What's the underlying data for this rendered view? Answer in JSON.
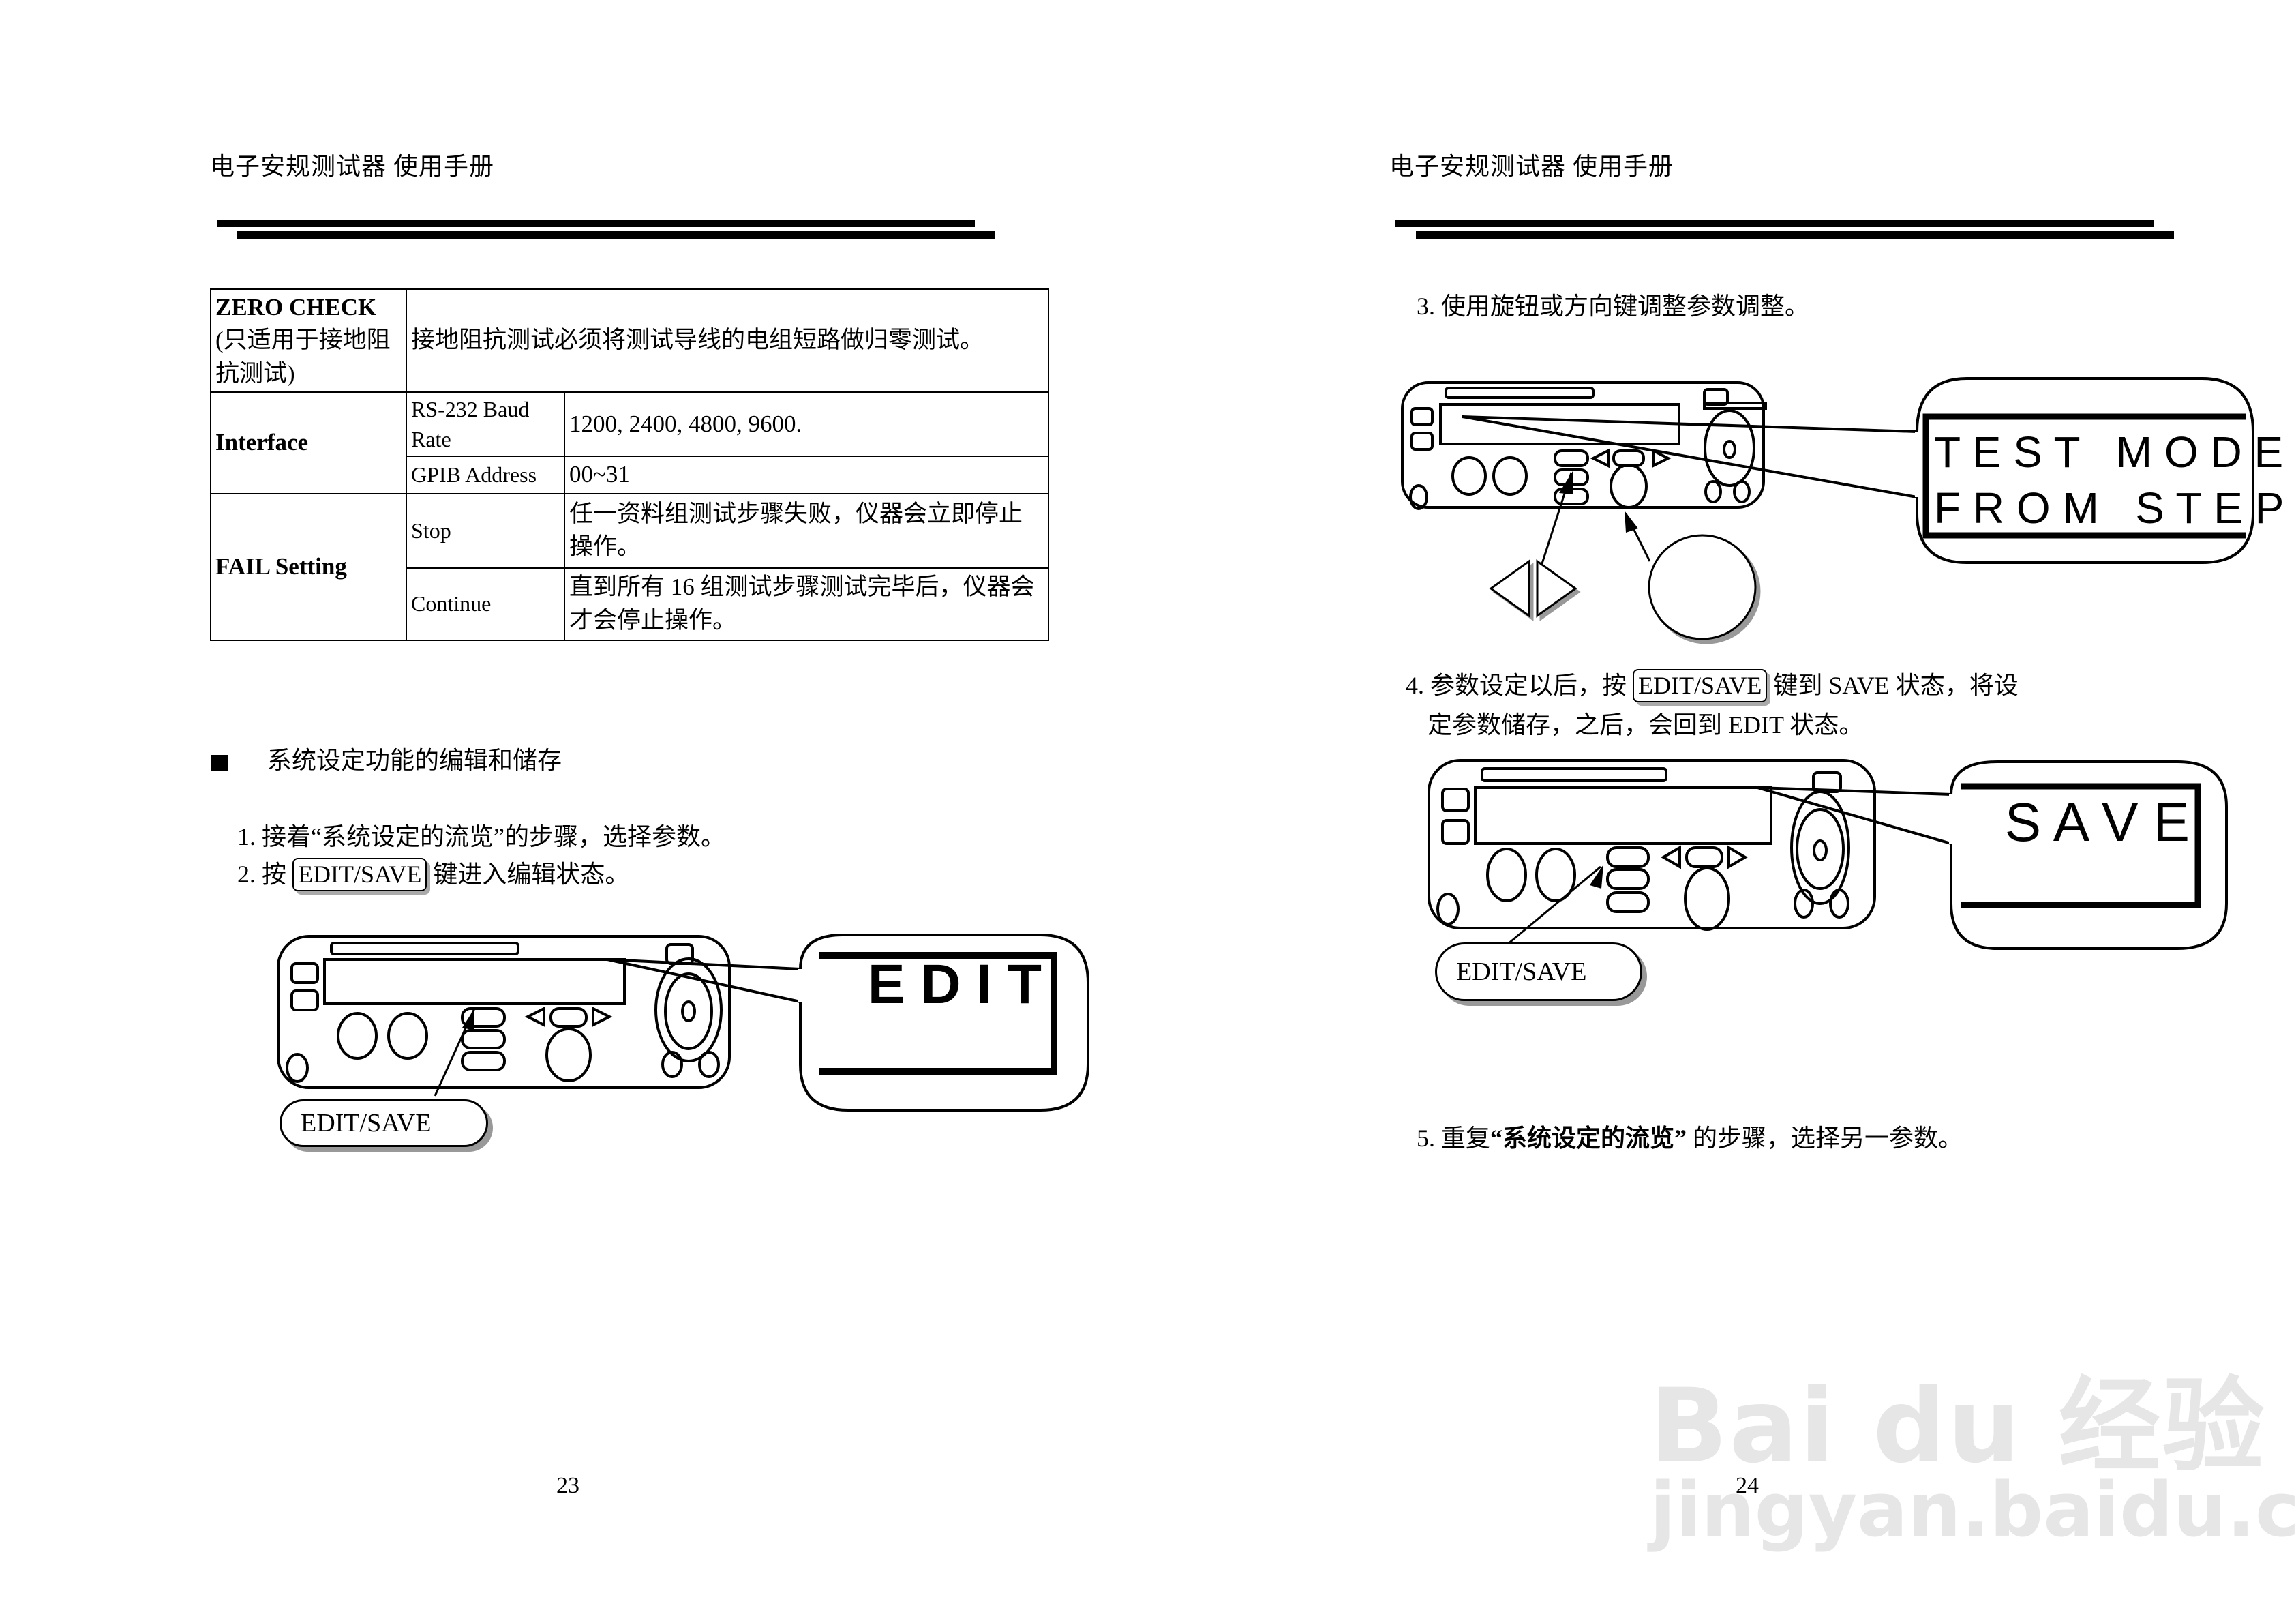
{
  "left_page": {
    "header": "电子安规测试器  使用手册",
    "table": {
      "rows": [
        {
          "label_bold": "ZERO CHECK",
          "label_rest": "(只适用于接地阻抗测试)",
          "value": "接地阻抗测试必须将测试导线的电组短路做归零测试。"
        },
        {
          "label": "Interface",
          "sub": [
            {
              "name": "RS-232 Baud Rate",
              "value": "1200, 2400, 4800, 9600."
            },
            {
              "name": "GPIB Address",
              "value": "00~31"
            }
          ]
        },
        {
          "label": "FAIL Setting",
          "sub": [
            {
              "name": "Stop",
              "value": "任一资料组测试步骤失败，仪器会立即停止操作。"
            },
            {
              "name": "Continue",
              "value": "直到所有 16 组测试步骤测试完毕后，仪器会才会停止操作。"
            }
          ]
        }
      ]
    },
    "section_title": "系统设定功能的编辑和储存",
    "steps": {
      "step1": "1. 接着“系统设定的流览”的步骤，选择参数。",
      "step2_prefix": "2. 按",
      "step2_key": "EDIT/SAVE",
      "step2_suffix": "键进入编辑状态。"
    },
    "diagram": {
      "display_text": "E D I T",
      "key_label": "EDIT/SAVE"
    },
    "page_number": "23"
  },
  "right_page": {
    "header": "电子安规测试器  使用手册",
    "step3": "3. 使用旋钮或方向键调整参数调整。",
    "diagram1": {
      "display_line1": "T E S T   M O D E",
      "display_line2": "F R O M   S T E P"
    },
    "step4_prefix": "4. 参数设定以后，按",
    "step4_key": "EDIT/SAVE",
    "step4_suffix": "键到 SAVE 状态，将设",
    "step4_line2": "定参数储存，之后，会回到 EDIT 状态。",
    "diagram2": {
      "display_text": "S A V E",
      "key_label": "EDIT/SAVE"
    },
    "step5_prefix": "5.  重复",
    "step5_bold": "“系统设定的流览”",
    "step5_suffix": " 的步骤，选择另一参数。",
    "page_number": "24"
  },
  "watermark": {
    "brand": "Bai du 经验",
    "url": "jingyan.baidu.com"
  }
}
